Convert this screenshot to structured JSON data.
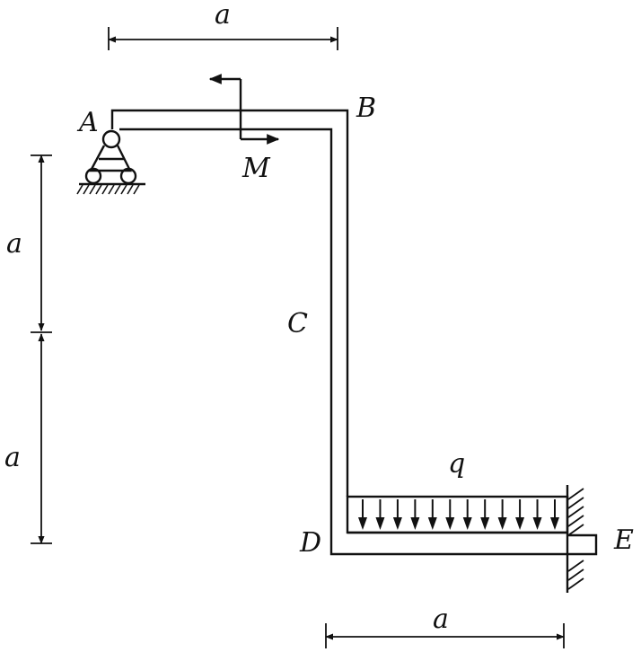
{
  "labels": {
    "A": "A",
    "B": "B",
    "C": "C",
    "D": "D",
    "E": "E",
    "M": "M",
    "q": "q"
  },
  "dimensions": {
    "top": "a",
    "left_upper": "a",
    "left_lower": "a",
    "bottom": "a"
  },
  "load": {
    "arrow_count": 12
  },
  "colors": {
    "ink": "#111111",
    "background": "#ffffff"
  }
}
